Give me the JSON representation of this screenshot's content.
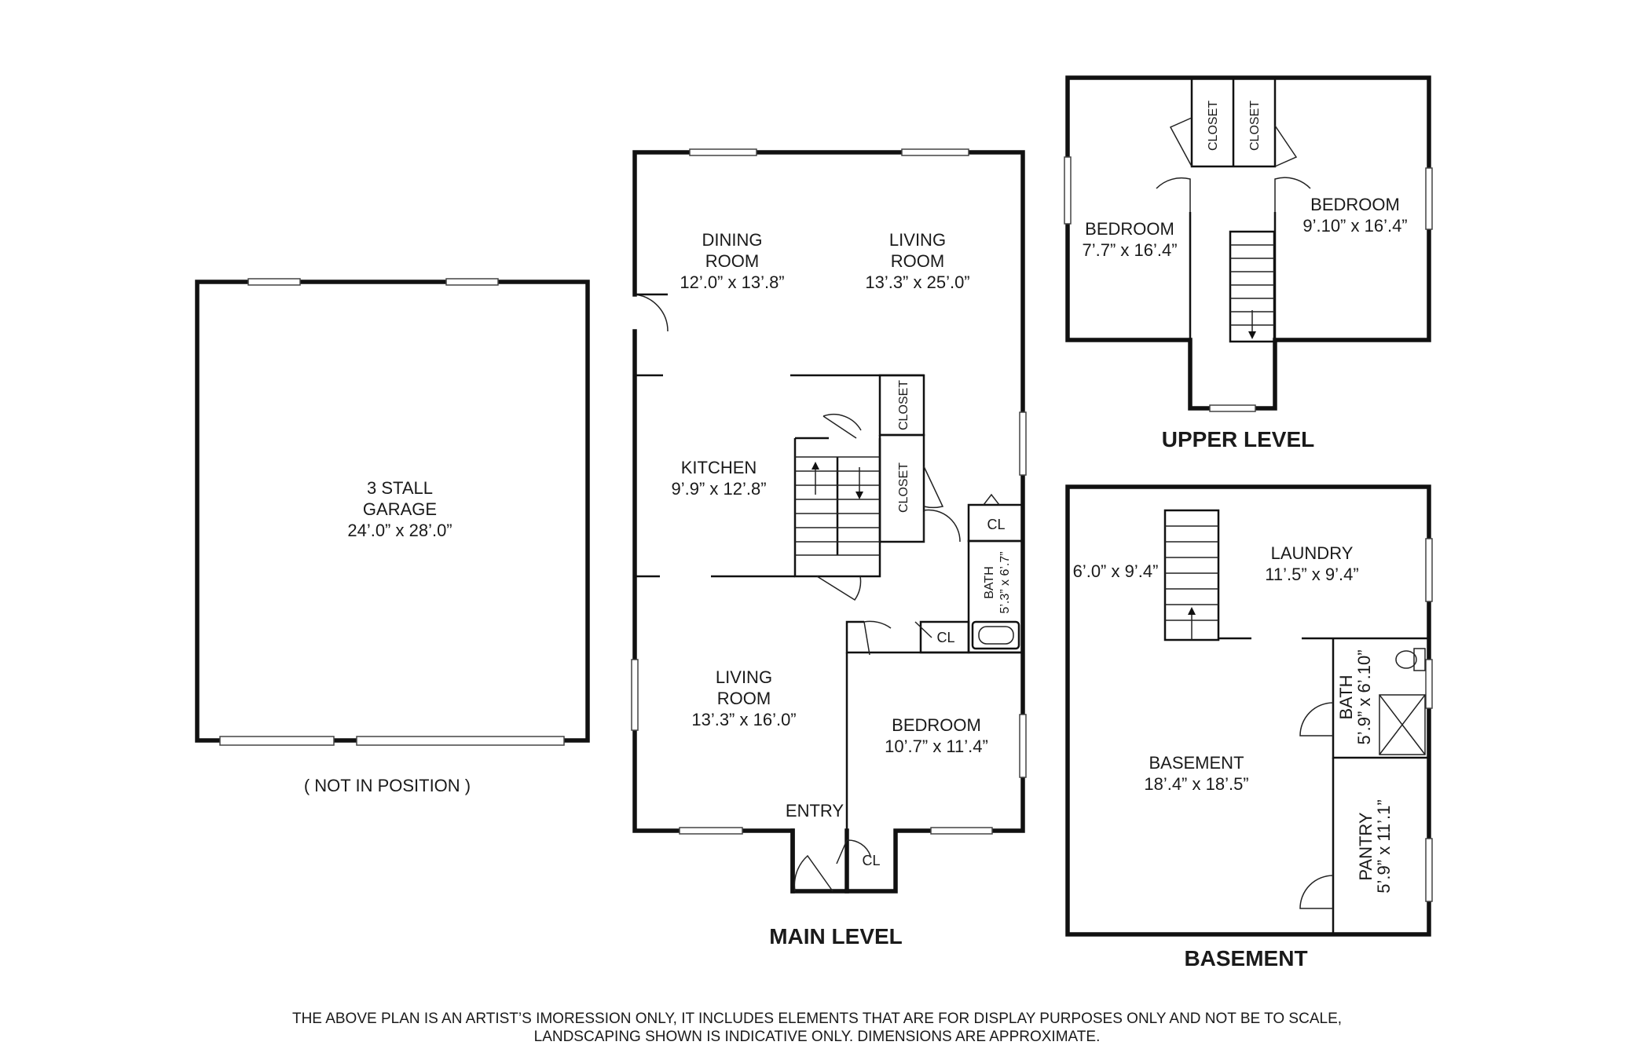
{
  "garage": {
    "name_line1": "3 STALL",
    "name_line2": "GARAGE",
    "dims": "24’.0” x 28’.0”",
    "note": "( NOT IN POSITION )"
  },
  "main_level": {
    "label": "MAIN LEVEL",
    "dining_line1": "DINING",
    "dining_line2": "ROOM",
    "dining_dims": "12’.0” x 13’.8”",
    "living_top_line1": "LIVING",
    "living_top_line2": "ROOM",
    "living_top_dims": "13’.3” x 25’.0”",
    "kitchen": "KITCHEN",
    "kitchen_dims": "9’.9” x 12’.8”",
    "closet_a": "CLOSET",
    "closet_b": "CLOSET",
    "cl_a": "CL",
    "cl_b": "CL",
    "cl_c": "CL",
    "bath": "BATH",
    "bath_dims": "5’.3” x 6’.7”",
    "living_bottom_line1": "LIVING",
    "living_bottom_line2": "ROOM",
    "living_bottom_dims": "13’.3” x 16’.0”",
    "bedroom": "BEDROOM",
    "bedroom_dims": "10’.7” x 11’.4”",
    "entry": "ENTRY"
  },
  "upper_level": {
    "label": "UPPER LEVEL",
    "closet_a": "CLOSET",
    "closet_b": "CLOSET",
    "bedroom_left": "BEDROOM",
    "bedroom_left_dims": "7’.7” x 16’.4”",
    "bedroom_right": "BEDROOM",
    "bedroom_right_dims": "9’.10” x 16’.4”"
  },
  "basement": {
    "label": "BASEMENT",
    "stair_area_dims": "6’.0” x 9’.4”",
    "laundry": "LAUNDRY",
    "laundry_dims": "11’.5” x 9’.4”",
    "bath": "BATH",
    "bath_dims": "5’.9” x 6’.10”",
    "basement": "BASEMENT",
    "basement_dims": "18’.4” x 18’.5”",
    "pantry": "PANTRY",
    "pantry_dims": "5’.9” x 11’.1”"
  },
  "disclaimer": {
    "line1": "THE ABOVE PLAN IS AN ARTIST’S IMORESSION ONLY, IT INCLUDES ELEMENTS THAT ARE FOR DISPLAY PURPOSES ONLY AND NOT BE TO SCALE,",
    "line2": "LANDSCAPING SHOWN IS INDICATIVE ONLY. DIMENSIONS ARE APPROXIMATE."
  }
}
